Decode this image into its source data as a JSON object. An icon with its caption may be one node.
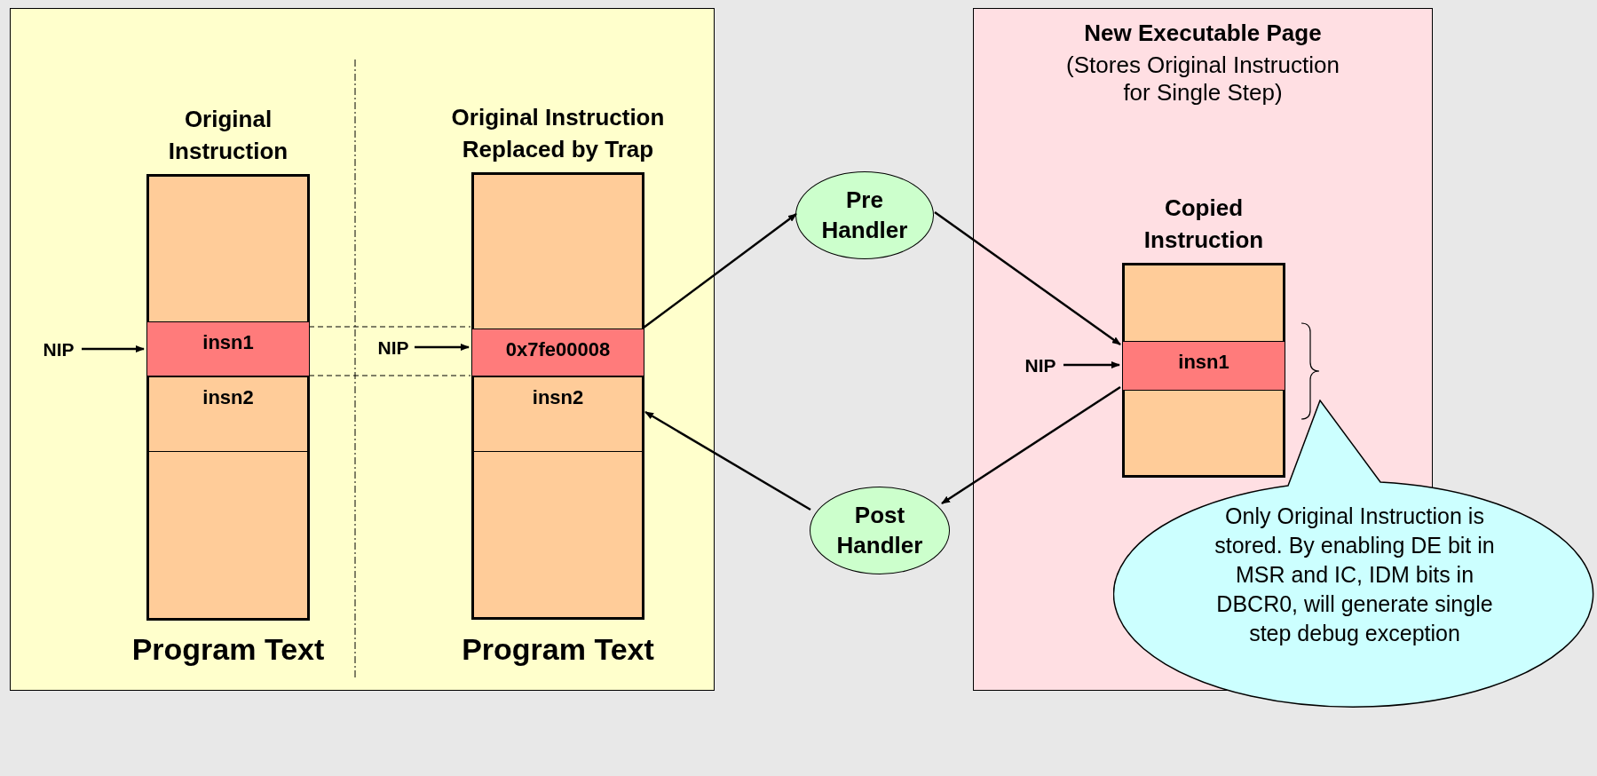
{
  "diagram": {
    "nodes": [
      {
        "text": [],
        "shape": "box"
      },
      {
        "text": [
          "Original Instruction",
          "Program Text"
        ],
        "in": 0
      },
      {
        "text": [
          "insn1"
        ],
        "in": 1
      },
      {
        "text": [
          "insn2"
        ],
        "in": 1
      },
      {
        "text": [
          "Original Instruction Replaced by Trap",
          "Program Text"
        ],
        "in": 0
      },
      {
        "text": [
          "0x7fe00008"
        ],
        "in": 4
      },
      {
        "text": [
          "insn2"
        ],
        "in": 4
      },
      {
        "text": [
          "Pre Handler"
        ]
      },
      {
        "text": [
          "Post Handler"
        ]
      },
      {
        "text": [
          "New Executable Page",
          "(Stores Original Instruction for Single Step)"
        ]
      },
      {
        "text": [
          "Copied Instruction"
        ],
        "in": 9
      },
      {
        "text": [
          "insn1"
        ],
        "in": 10
      },
      {
        "text": [
          "Only Original Instruction is stored. By enabling DE bit in MSR and IC, IDM bits in DBCR0, will generate single step debug exception"
        ]
      },
      {
        "text": [
          "NIP"
        ],
        "in": 0
      },
      {
        "text": [
          "NIP"
        ],
        "in": 0
      },
      {
        "text": [
          "NIP"
        ],
        "in": 9
      }
    ],
    "edges": [
      {
        "from": 13,
        "to": 2,
        "arrow": "to"
      },
      {
        "from": 14,
        "to": 5,
        "arrow": "to"
      },
      {
        "from": 15,
        "to": 11,
        "arrow": "to"
      },
      {
        "from": 5,
        "to": 7,
        "arrow": "to"
      },
      {
        "from": 7,
        "to": 11,
        "arrow": "to"
      },
      {
        "from": 11,
        "to": 8,
        "arrow": "to"
      },
      {
        "from": 8,
        "to": 6,
        "arrow": "to"
      },
      {
        "from": 2,
        "to": 5,
        "arrow": "none",
        "style": "dashed"
      },
      {
        "from": 2,
        "to": 5,
        "arrow": "none",
        "style": "dashed"
      }
    ]
  }
}
